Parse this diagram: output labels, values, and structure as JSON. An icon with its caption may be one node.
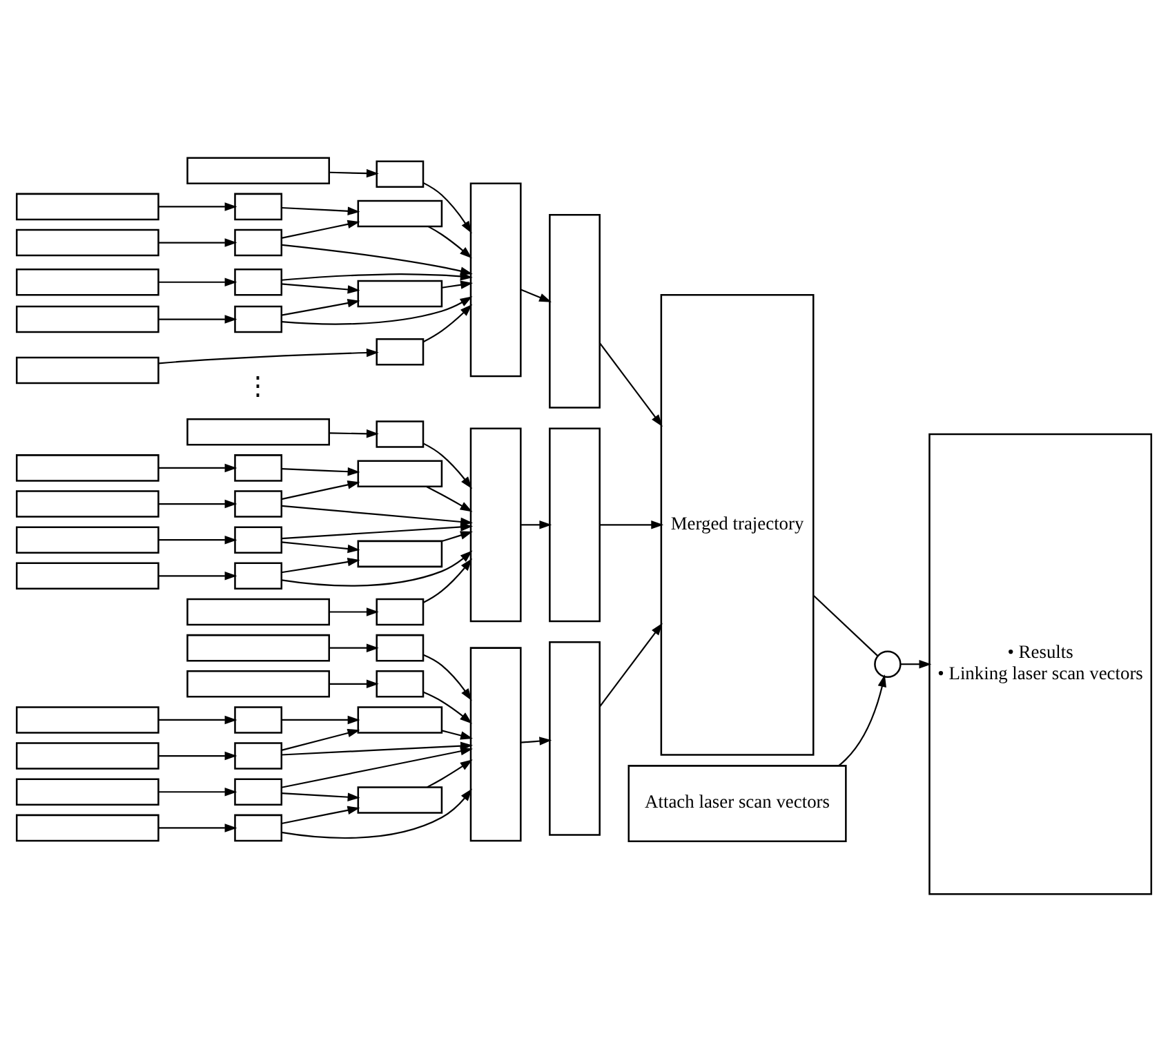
{
  "diagram": {
    "nodes": [
      {
        "text": [],
        "shape": "box"
      },
      {
        "text": [],
        "shape": "box"
      },
      {
        "text": [],
        "shape": "box"
      },
      {
        "text": [],
        "shape": "box"
      },
      {
        "text": [],
        "shape": "box"
      },
      {
        "text": [],
        "shape": "box"
      },
      {
        "text": [],
        "shape": "box"
      },
      {
        "text": [],
        "shape": "box"
      },
      {
        "text": [],
        "shape": "box"
      },
      {
        "text": [],
        "shape": "box"
      },
      {
        "text": [],
        "shape": "box"
      },
      {
        "text": [],
        "shape": "box"
      },
      {
        "text": [],
        "shape": "box"
      },
      {
        "text": [],
        "shape": "box"
      },
      {
        "text": [],
        "shape": "box"
      },
      {
        "text": [],
        "shape": "box"
      },
      {
        "text": [],
        "shape": "box"
      },
      {
        "text": [],
        "shape": "box"
      },
      {
        "text": [],
        "shape": "box"
      },
      {
        "text": [],
        "shape": "box"
      },
      {
        "text": [],
        "shape": "box"
      },
      {
        "text": [],
        "shape": "box"
      },
      {
        "text": [],
        "shape": "box"
      },
      {
        "text": [],
        "shape": "box"
      },
      {
        "text": [],
        "shape": "box"
      },
      {
        "text": [],
        "shape": "box"
      },
      {
        "text": [],
        "shape": "box"
      },
      {
        "text": [],
        "shape": "box"
      },
      {
        "text": [],
        "shape": "box"
      },
      {
        "text": [],
        "shape": "box"
      },
      {
        "text": [],
        "shape": "box"
      },
      {
        "text": [],
        "shape": "box"
      },
      {
        "text": [],
        "shape": "box"
      },
      {
        "text": [],
        "shape": "box"
      },
      {
        "text": [],
        "shape": "box"
      },
      {
        "text": [],
        "shape": "box"
      },
      {
        "text": [],
        "shape": "box"
      },
      {
        "text": [],
        "shape": "box"
      },
      {
        "text": [],
        "shape": "box"
      },
      {
        "text": [],
        "shape": "box"
      },
      {
        "text": [],
        "shape": "box"
      },
      {
        "text": [],
        "shape": "box"
      },
      {
        "text": [],
        "shape": "box"
      },
      {
        "text": [],
        "shape": "box"
      },
      {
        "text": [],
        "shape": "box"
      },
      {
        "text": [],
        "shape": "box"
      },
      {
        "text": [],
        "shape": "box"
      },
      {
        "text": [],
        "shape": "box"
      },
      {
        "text": [
          "Merged trajectory"
        ]
      },
      {
        "text": [],
        "shape": "circle"
      },
      {
        "text": [
          "• Results",
          "• Linking laser scan vectors"
        ]
      },
      {
        "text": [
          "Attach laser scan vectors"
        ]
      }
    ],
    "edges": [
      {
        "from": 0,
        "to": 6,
        "arrow": "to"
      },
      {
        "from": 1,
        "to": 7,
        "arrow": "to"
      },
      {
        "from": 2,
        "to": 8,
        "arrow": "to"
      },
      {
        "from": 3,
        "to": 9,
        "arrow": "to"
      },
      {
        "from": 4,
        "to": 10,
        "arrow": "to"
      },
      {
        "from": 5,
        "to": 11,
        "arrow": "to"
      },
      {
        "from": 6,
        "to": 14,
        "arrow": "to"
      },
      {
        "from": 7,
        "to": 12,
        "arrow": "to"
      },
      {
        "from": 12,
        "to": 14,
        "arrow": "to"
      },
      {
        "from": 8,
        "to": 14,
        "arrow": "to"
      },
      {
        "from": 8,
        "to": 12,
        "arrow": "to"
      },
      {
        "from": 9,
        "to": 13,
        "arrow": "to"
      },
      {
        "from": 9,
        "to": 14,
        "arrow": "to"
      },
      {
        "from": 13,
        "to": 14,
        "arrow": "to"
      },
      {
        "from": 10,
        "to": 14,
        "arrow": "to"
      },
      {
        "from": 10,
        "to": 13,
        "arrow": "to"
      },
      {
        "from": 11,
        "to": 14,
        "arrow": "to"
      },
      {
        "from": 14,
        "to": 15,
        "arrow": "to"
      },
      {
        "from": 15,
        "to": 48,
        "arrow": "to"
      },
      {
        "from": 16,
        "to": 22,
        "arrow": "to"
      },
      {
        "from": 17,
        "to": 23,
        "arrow": "to"
      },
      {
        "from": 18,
        "to": 24,
        "arrow": "to"
      },
      {
        "from": 19,
        "to": 25,
        "arrow": "to"
      },
      {
        "from": 20,
        "to": 26,
        "arrow": "to"
      },
      {
        "from": 21,
        "to": 27,
        "arrow": "to"
      },
      {
        "from": 22,
        "to": 30,
        "arrow": "to"
      },
      {
        "from": 23,
        "to": 28,
        "arrow": "to"
      },
      {
        "from": 28,
        "to": 30,
        "arrow": "to"
      },
      {
        "from": 24,
        "to": 30,
        "arrow": "to"
      },
      {
        "from": 24,
        "to": 28,
        "arrow": "to"
      },
      {
        "from": 25,
        "to": 29,
        "arrow": "to"
      },
      {
        "from": 25,
        "to": 30,
        "arrow": "to"
      },
      {
        "from": 29,
        "to": 30,
        "arrow": "to"
      },
      {
        "from": 26,
        "to": 30,
        "arrow": "to"
      },
      {
        "from": 26,
        "to": 29,
        "arrow": "to"
      },
      {
        "from": 27,
        "to": 30,
        "arrow": "to"
      },
      {
        "from": 30,
        "to": 31,
        "arrow": "to"
      },
      {
        "from": 31,
        "to": 48,
        "arrow": "to"
      },
      {
        "from": 32,
        "to": 38,
        "arrow": "to"
      },
      {
        "from": 33,
        "to": 39,
        "arrow": "to"
      },
      {
        "from": 34,
        "to": 40,
        "arrow": "to"
      },
      {
        "from": 35,
        "to": 41,
        "arrow": "to"
      },
      {
        "from": 36,
        "to": 42,
        "arrow": "to"
      },
      {
        "from": 37,
        "to": 43,
        "arrow": "to"
      },
      {
        "from": 38,
        "to": 46,
        "arrow": "to"
      },
      {
        "from": 39,
        "to": 44,
        "arrow": "to"
      },
      {
        "from": 44,
        "to": 46,
        "arrow": "to"
      },
      {
        "from": 40,
        "to": 46,
        "arrow": "to"
      },
      {
        "from": 40,
        "to": 44,
        "arrow": "to"
      },
      {
        "from": 41,
        "to": 45,
        "arrow": "to"
      },
      {
        "from": 41,
        "to": 46,
        "arrow": "to"
      },
      {
        "from": 45,
        "to": 46,
        "arrow": "to"
      },
      {
        "from": 42,
        "to": 46,
        "arrow": "to"
      },
      {
        "from": 42,
        "to": 45,
        "arrow": "to"
      },
      {
        "from": 43,
        "to": 46,
        "arrow": "to"
      },
      {
        "from": 46,
        "to": 47,
        "arrow": "to"
      },
      {
        "from": 47,
        "to": 48,
        "arrow": "to"
      },
      {
        "from": 48,
        "to": 49,
        "arrow": "none"
      },
      {
        "from": 49,
        "to": 50,
        "arrow": "to"
      },
      {
        "from": 51,
        "to": 49,
        "arrow": "to"
      }
    ],
    "labels": [
      "⋮"
    ]
  }
}
